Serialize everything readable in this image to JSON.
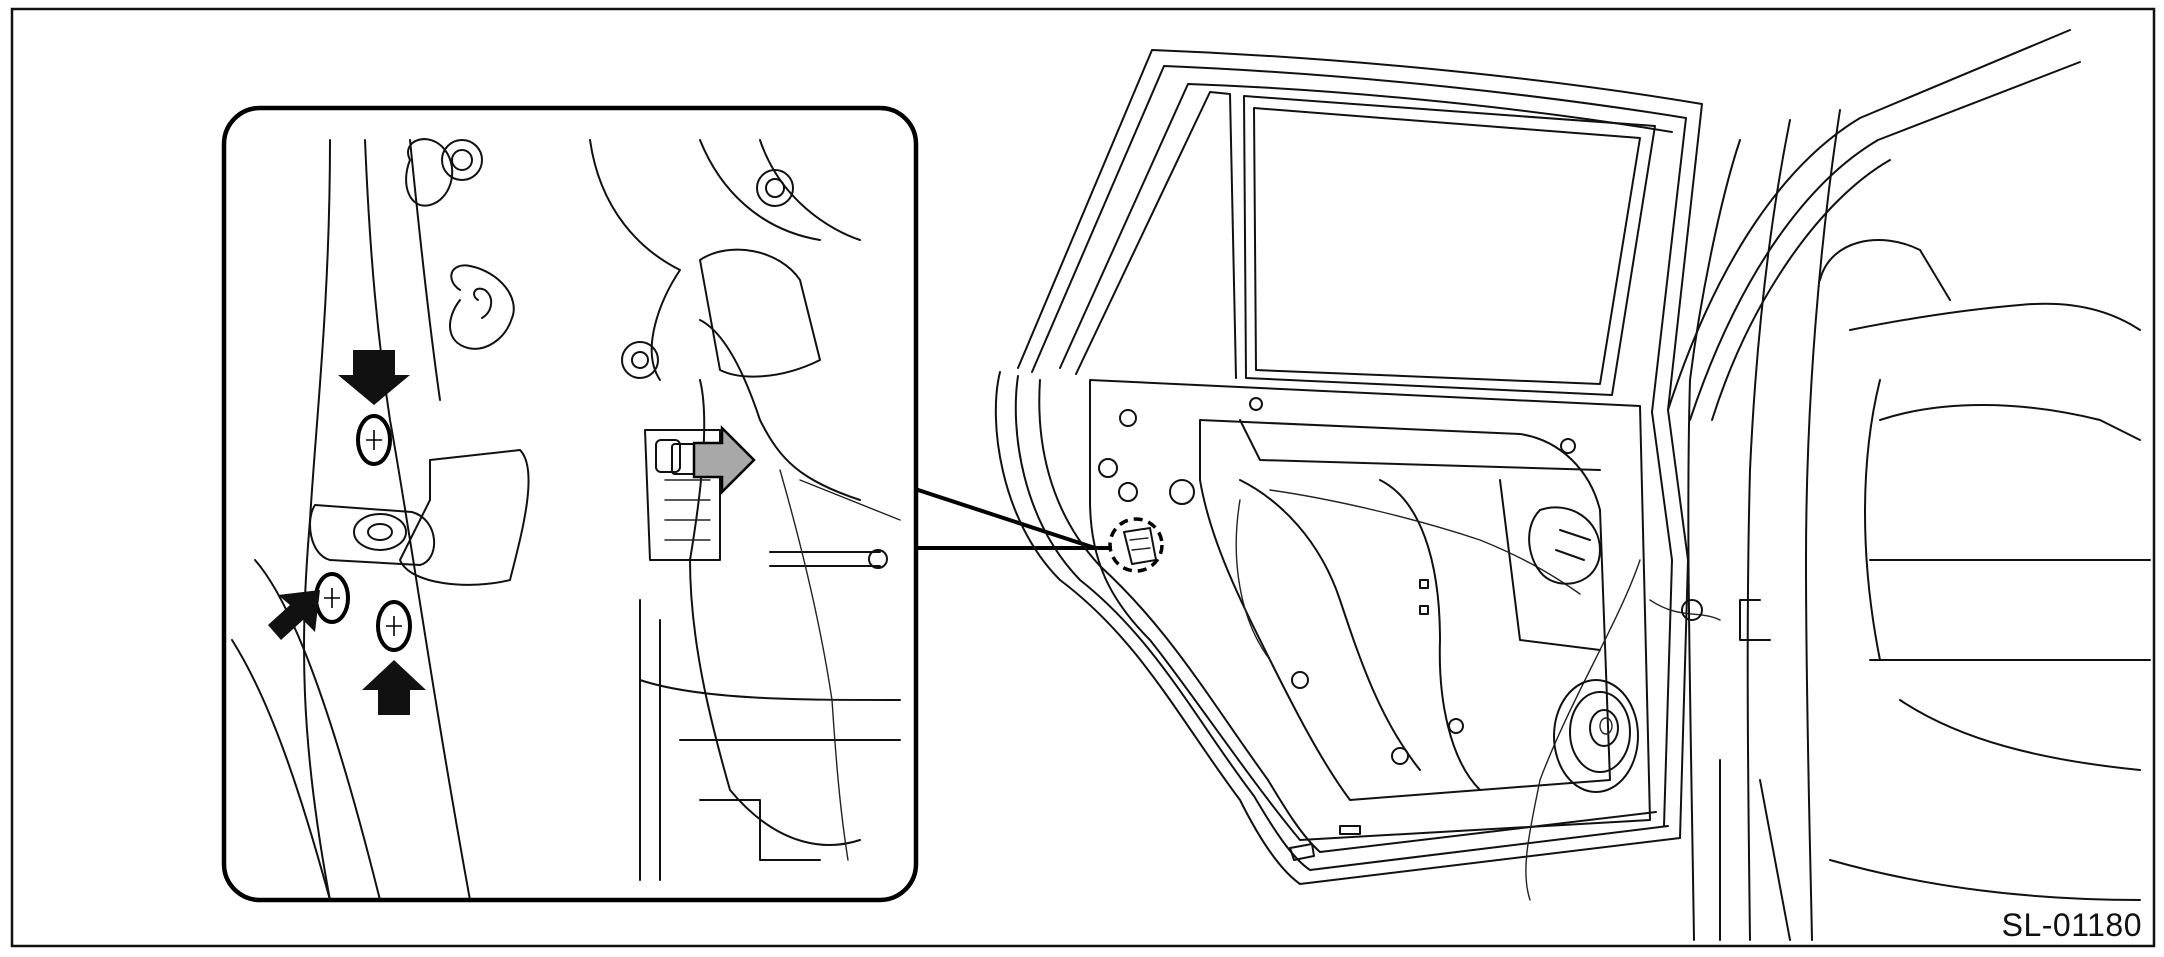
{
  "figure": {
    "id_label": "SL-01180",
    "callouts": {
      "fastener_arrows": "black-arrow",
      "connector_arrow": "gray-arrow",
      "arrow_gray_color": "#a8a8a8",
      "arrow_black_color": "#111111"
    },
    "icons": [
      "screw-icon",
      "connector-icon",
      "speaker-icon"
    ]
  }
}
